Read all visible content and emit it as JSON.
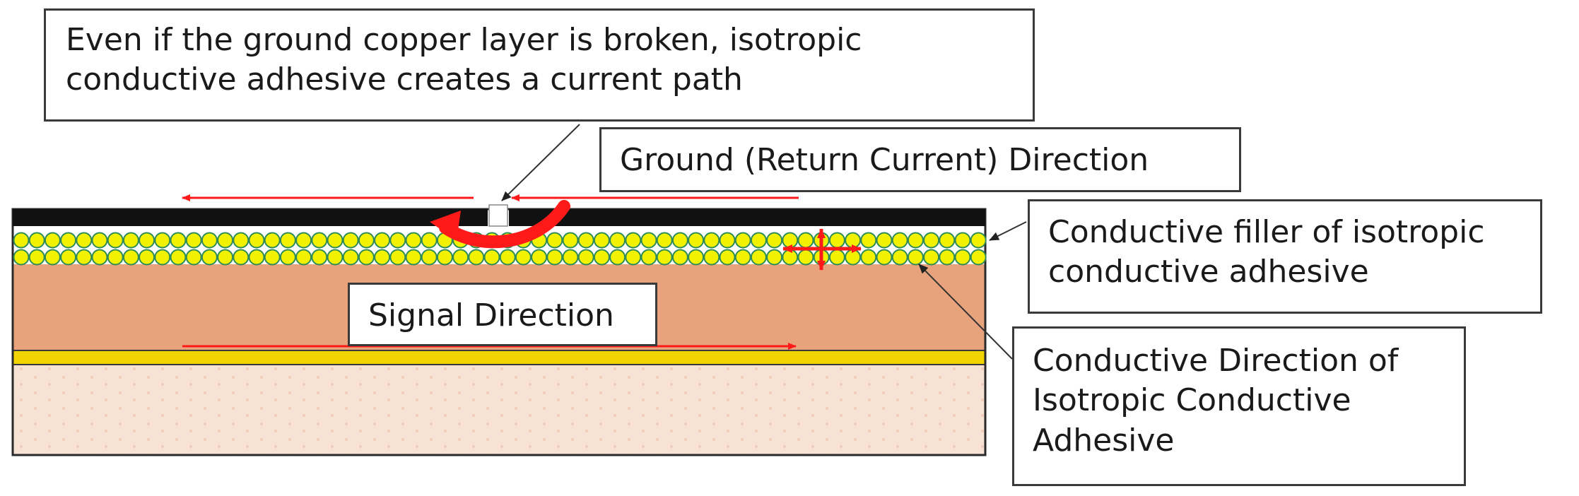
{
  "callouts": {
    "broken_layer": [
      "Even if the ground copper layer is broken, isotropic",
      "conductive adhesive creates a current path"
    ],
    "ground_direction": "Ground (Return Current) Direction",
    "conductive_filler": [
      "Conductive filler of isotropic",
      "conductive adhesive"
    ],
    "signal_direction": "Signal Direction",
    "conductive_direction": [
      "Conductive Direction of",
      "Isotropic Conductive",
      "Adhesive"
    ]
  },
  "colors": {
    "ground_copper_layer": "#111111",
    "filler_particles": "#f2f200",
    "filler_outline": "#2e8b57",
    "dielectric_layer": "#e8a37c",
    "signal_line": "#f2d400",
    "substrate_layer": "#f8e2d4",
    "arrows": "#ff1a1a",
    "leader_lines": "#333333"
  }
}
